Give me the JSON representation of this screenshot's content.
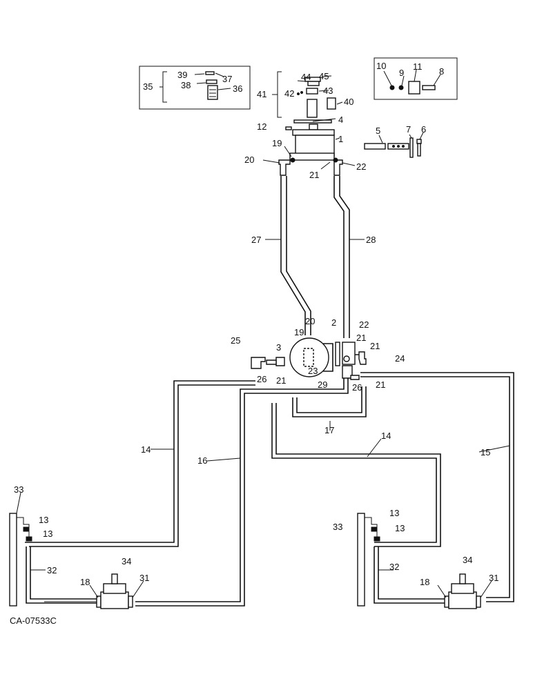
{
  "drawing_code": "CA-07533C",
  "labels": {
    "l1": "1",
    "l2": "2",
    "l3": "3",
    "l4": "4",
    "l5": "5",
    "l6": "6",
    "l7": "7",
    "l8": "8",
    "l9": "9",
    "l10": "10",
    "l11": "11",
    "l12": "12",
    "l13a": "13",
    "l13b": "13",
    "l13c": "13",
    "l13d": "13",
    "l14a": "14",
    "l14b": "14",
    "l15": "15",
    "l16": "16",
    "l17": "17",
    "l18a": "18",
    "l18b": "18",
    "l19a": "19",
    "l19b": "19",
    "l20a": "20",
    "l20b": "20",
    "l21a": "21",
    "l21b": "21",
    "l21c": "21",
    "l21d": "21",
    "l21e": "21",
    "l22a": "22",
    "l22b": "22",
    "l23": "23",
    "l24": "24",
    "l25": "25",
    "l26a": "26",
    "l26b": "26",
    "l27": "27",
    "l28": "28",
    "l29": "29",
    "l31a": "31",
    "l31b": "31",
    "l32a": "32",
    "l32b": "32",
    "l33a": "33",
    "l33b": "33",
    "l34a": "34",
    "l34b": "34",
    "l35": "35",
    "l36": "36",
    "l37": "37",
    "l38": "38",
    "l39": "39",
    "l40": "40",
    "l41": "41",
    "l42": "42",
    "l43": "43",
    "l44": "44",
    "l45": "45"
  }
}
